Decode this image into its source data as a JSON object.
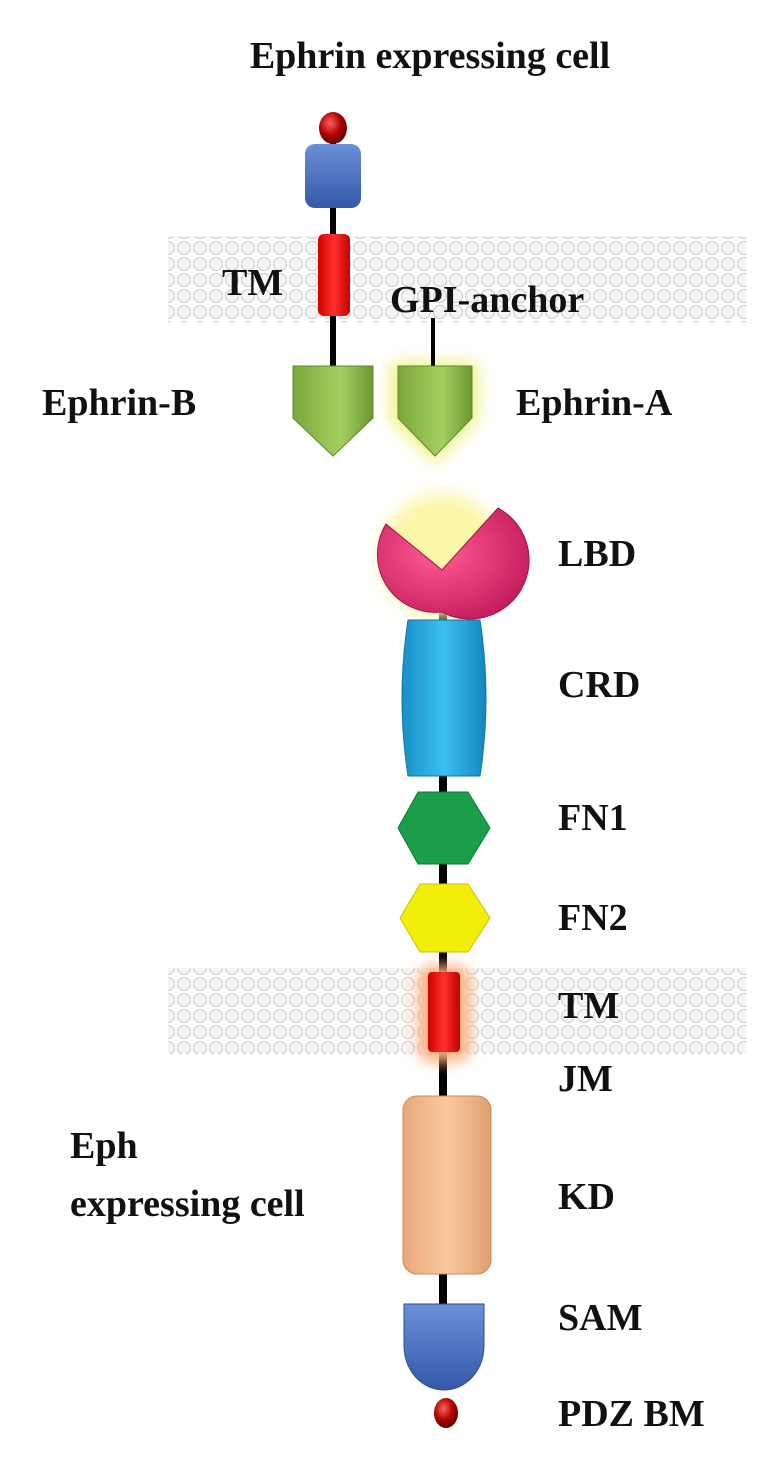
{
  "title": "Ephrin expressing cell",
  "ephrin_side": {
    "tm_label": "TM",
    "gpi_label": "GPI-anchor",
    "ephrin_b_label": "Ephrin-B",
    "ephrin_a_label": "Ephrin-A"
  },
  "eph_side": {
    "cell_label_line1": "Eph",
    "cell_label_line2": "expressing cell",
    "domains": {
      "lbd": "LBD",
      "crd": "CRD",
      "fn1": "FN1",
      "fn2": "FN2",
      "tm": "TM",
      "jm": "JM",
      "kd": "KD",
      "sam": "SAM",
      "pdz": "PDZ BM"
    }
  },
  "colors": {
    "membrane": "#d9d9d9",
    "ephrin_domain": "#92c050",
    "tm": "#ff1a1a",
    "lbd": "#e8306e",
    "crd": "#1ea8e0",
    "fn1": "#1a9e4a",
    "fn2": "#f2ee0a",
    "kd": "#f4b98e",
    "sam": "#4a72c4",
    "pdz": "#c00000",
    "top_box": "#4a72c4"
  }
}
